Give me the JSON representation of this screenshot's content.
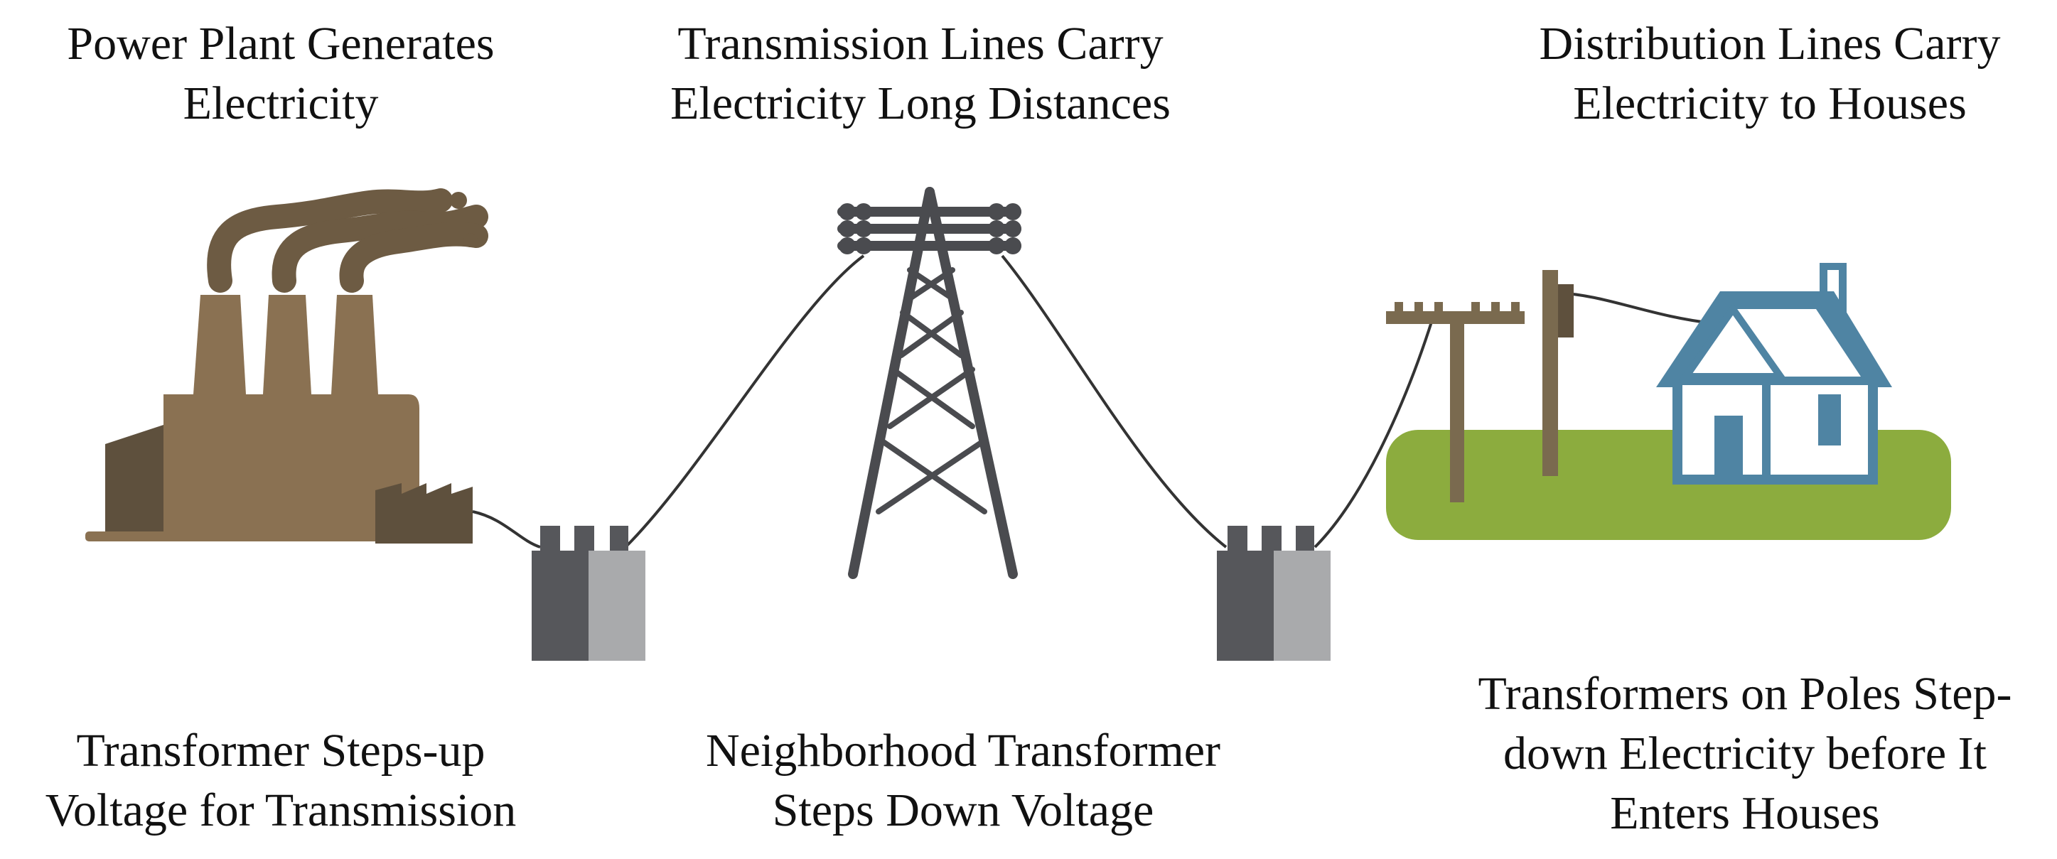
{
  "captions": {
    "power_plant": "Power Plant Generates\nElectricity",
    "transmission": "Transmission Lines Carry\nElectricity Long Distances",
    "distribution": "Distribution Lines Carry\nElectricity to Houses",
    "step_up": "Transformer Steps-up\nVoltage for Transmission",
    "neighborhood": "Neighborhood Transformer\nSteps Down Voltage",
    "pole_transformers": "Transformers on Poles Step-\ndown Electricity before It\nEnters Houses"
  },
  "colors": {
    "factory": "#8a7152",
    "factory_dark": "#5e503d",
    "transformer_dark": "#56575b",
    "transformer_light": "#a9aaac",
    "tower": "#4a4b4f",
    "pole": "#7a6a4f",
    "ground": "#8cac3e",
    "house": "#4f84a3",
    "wire": "#333333"
  },
  "icons": [
    "power-plant-icon",
    "transformer-icon",
    "transmission-tower-icon",
    "utility-pole-icon",
    "house-icon"
  ]
}
